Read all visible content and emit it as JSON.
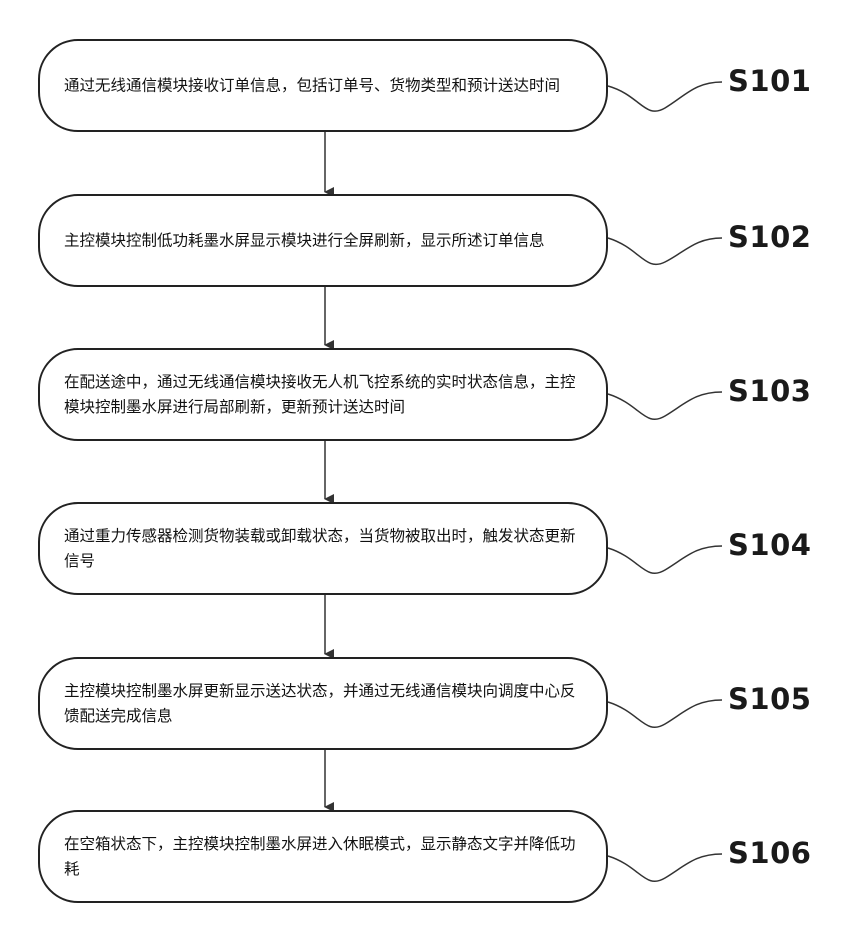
{
  "steps": [
    {
      "id": "S101",
      "text": "通过无线通信模块接收订单信息，包括订单号、货物类型和预计送达时间"
    },
    {
      "id": "S102",
      "text": "主控模块控制低功耗墨水屏显示模块进行全屏刷新，显示所述订单信息"
    },
    {
      "id": "S103",
      "text": "在配送途中，通过无线通信模块接收无人机飞控系统的实时状态信息，主控模块控制墨水屏进行局部刷新，更新预计送达时间"
    },
    {
      "id": "S104",
      "text": "通过重力传感器检测货物装载或卸载状态，当货物被取出时，触发状态更新信号"
    },
    {
      "id": "S105",
      "text": "主控模块控制墨水屏更新显示送达状态，并通过无线通信模块向调度中心反馈配送完成信息"
    },
    {
      "id": "S106",
      "text": "在空箱状态下，主控模块控制墨水屏进入休眠模式，显示静态文字并降低功耗"
    }
  ]
}
